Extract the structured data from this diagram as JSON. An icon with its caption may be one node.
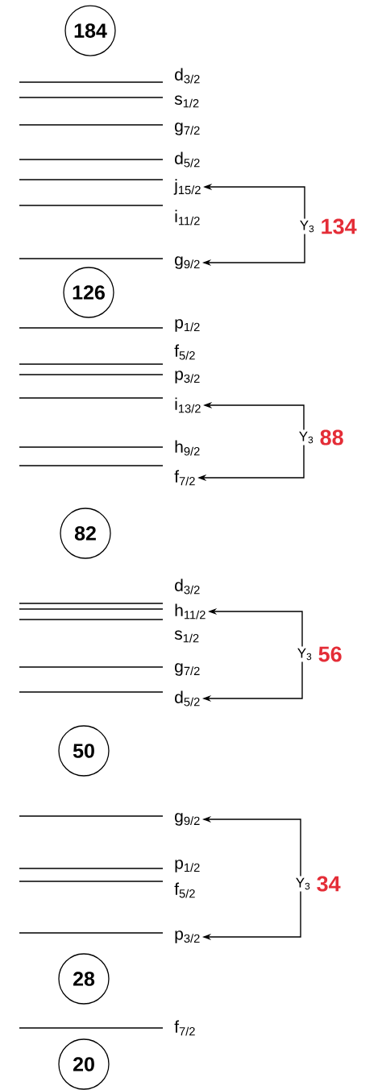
{
  "diagram": {
    "nodes": [
      {
        "text": [
          "184"
        ]
      },
      {
        "text": [
          "d$_{3/2}$"
        ]
      },
      {
        "text": [
          "s$_{1/2}$"
        ]
      },
      {
        "text": [
          "g$_{7/2}$"
        ]
      },
      {
        "text": [
          "d$_{5/2}$"
        ]
      },
      {
        "text": [
          "j$_{15/2}$"
        ]
      },
      {
        "text": [
          "i$_{11/2}$"
        ]
      },
      {
        "text": [
          "g$_{9/2}$"
        ]
      },
      {
        "text": [
          "Y$_{3}$",
          "134"
        ]
      },
      {
        "text": [
          "126"
        ]
      },
      {
        "text": [
          "p$_{1/2}$"
        ]
      },
      {
        "text": [
          "f$_{5/2}$"
        ]
      },
      {
        "text": [
          "p$_{3/2}$"
        ]
      },
      {
        "text": [
          "i$_{13/2}$"
        ]
      },
      {
        "text": [
          "h$_{9/2}$"
        ]
      },
      {
        "text": [
          "f$_{7/2}$"
        ]
      },
      {
        "text": [
          "Y$_{3}$",
          "88"
        ]
      },
      {
        "text": [
          "82"
        ]
      },
      {
        "text": [
          "d$_{3/2}$"
        ]
      },
      {
        "text": [
          "h$_{11/2}$"
        ]
      },
      {
        "text": [
          "s$_{1/2}$"
        ]
      },
      {
        "text": [
          "g$_{7/2}$"
        ]
      },
      {
        "text": [
          "d$_{5/2}$"
        ]
      },
      {
        "text": [
          "Y$_{3}$",
          "56"
        ]
      },
      {
        "text": [
          "50"
        ]
      },
      {
        "text": [
          "g$_{9/2}$"
        ]
      },
      {
        "text": [
          "p$_{1/2}$"
        ]
      },
      {
        "text": [
          "f$_{5/2}$"
        ]
      },
      {
        "text": [
          "p$_{3/2}$"
        ]
      },
      {
        "text": [
          "Y$_{3}$",
          "34"
        ]
      },
      {
        "text": [
          "28"
        ]
      },
      {
        "text": [
          "f$_{7/2}$"
        ]
      },
      {
        "text": [
          "20"
        ]
      }
    ],
    "edges": [
      {
        "from": 8,
        "to": 5,
        "arrow": "to"
      },
      {
        "from": 8,
        "to": 7,
        "arrow": "to"
      },
      {
        "from": 16,
        "to": 13,
        "arrow": "to"
      },
      {
        "from": 16,
        "to": 15,
        "arrow": "to"
      },
      {
        "from": 23,
        "to": 19,
        "arrow": "to"
      },
      {
        "from": 23,
        "to": 22,
        "arrow": "to"
      },
      {
        "from": 29,
        "to": 25,
        "arrow": "to"
      },
      {
        "from": 29,
        "to": 28,
        "arrow": "to"
      }
    ]
  }
}
